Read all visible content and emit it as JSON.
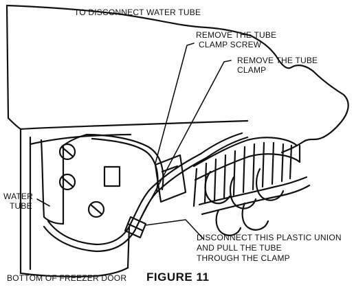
{
  "diagram": {
    "title": "TO DISCONNECT WATER TUBE",
    "callouts": {
      "remove_screw": [
        "REMOVE THE TUBE",
        "CLAMP SCREW"
      ],
      "remove_clamp": [
        "REMOVE THE TUBE",
        "CLAMP"
      ],
      "water_tube": [
        "WATER",
        "TUBE"
      ],
      "disconnect_union": [
        "DISCONNECT THIS PLASTIC UNION",
        "AND PULL THE TUBE",
        "THROUGH THE CLAMP"
      ]
    },
    "bottom_label": "BOTTOM OF FREEZER DOOR",
    "figure_label": "FIGURE 11"
  },
  "colors": {
    "ink": "#111111",
    "paper": "#ffffff"
  }
}
